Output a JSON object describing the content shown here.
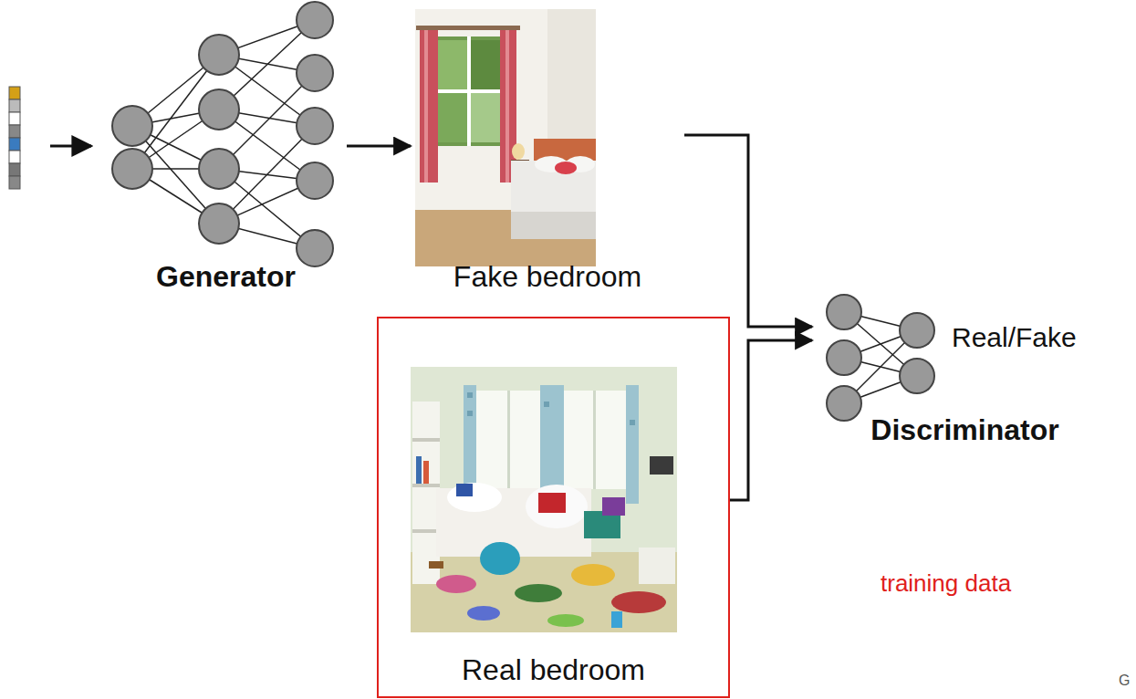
{
  "diagram": {
    "nodes": [
      {
        "text": [
          "Generator"
        ]
      },
      {
        "text": [
          "Fake bedroom"
        ]
      },
      {
        "text": [
          "Real bedroom"
        ]
      },
      {
        "text": [
          "Discriminator"
        ]
      }
    ],
    "edges": [
      {
        "from": 0,
        "to": 1,
        "arrow": "to"
      },
      {
        "from": 1,
        "to": 3,
        "arrow": "to"
      },
      {
        "from": 2,
        "to": 3,
        "arrow": "to"
      }
    ],
    "labels": [
      "Real/Fake",
      "training data",
      "G"
    ]
  }
}
